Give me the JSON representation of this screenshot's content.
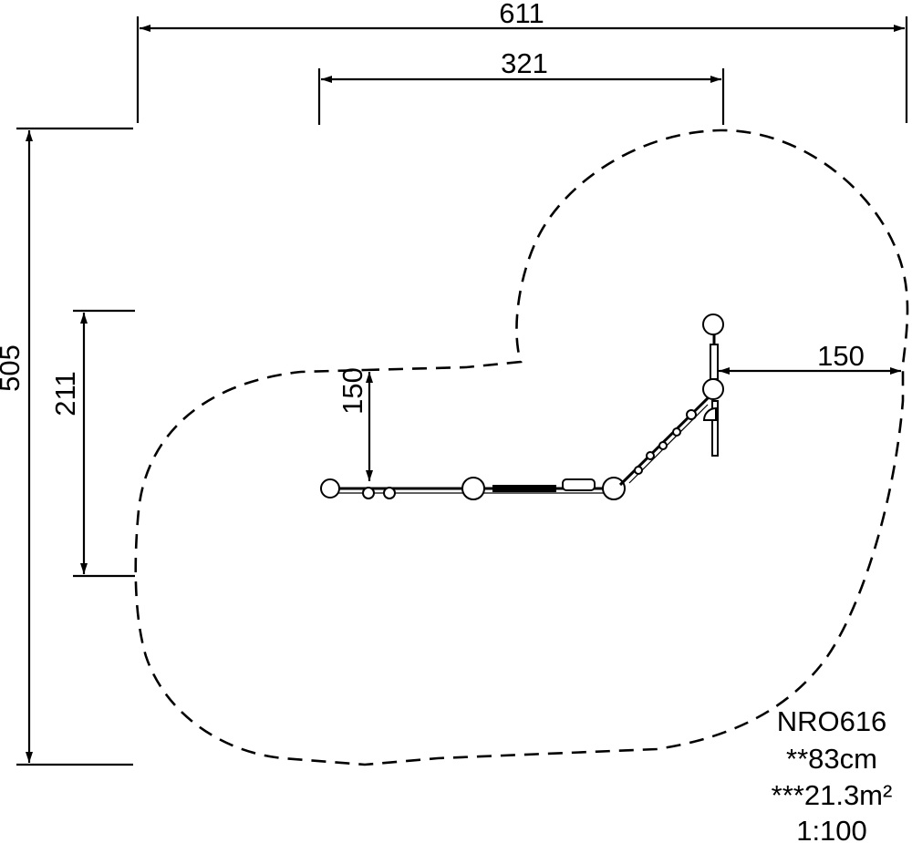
{
  "dimensions": {
    "overall_width": "611",
    "inner_width": "321",
    "overall_height": "505",
    "left_height": "211",
    "clearance_vertical": "150",
    "clearance_horizontal": "150"
  },
  "info": {
    "model": "NRO616",
    "free_fall_height": "**83cm",
    "safety_area": "***21.3m²",
    "scale": "1:100"
  }
}
